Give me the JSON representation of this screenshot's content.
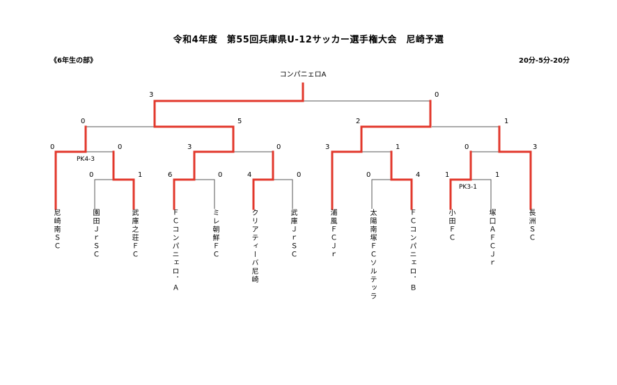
{
  "title": "令和4年度　第55回兵庫県U-12サッカー選手権大会　尼崎予選",
  "division": "《6年生の部》",
  "match_format": "20分-5分-20分",
  "champion": "コンパニェロA",
  "colors": {
    "winner_line": "#e2372b",
    "loser_line": "#555555"
  },
  "teams": [
    "尼崎南ＳＣ",
    "園田ＪｒＳＣ",
    "武庫之荘ＦＣ",
    "ＦＣコンパニェロ．Ａ",
    "ミレ朝鮮ＦＣ",
    "クリアティーバ尼崎",
    "武庫ＪｒＳＣ",
    "浦風ＦＣＪｒ",
    "太陽南塚ＦＣソルテッラ",
    "ＦＣコンパニェロ．Ｂ",
    "小田ＦＣ",
    "塚口ＡＦＣＪｒ",
    "長洲ＳＣ"
  ],
  "scores": {
    "r1_a_left": "0",
    "r1_a_right": "1",
    "r1_b_left": "6",
    "r1_b_right": "0",
    "r1_c_left": "4",
    "r1_c_right": "0",
    "r1_d_left": "0",
    "r1_d_right": "4",
    "r1_e_left": "1",
    "r1_e_right": "1",
    "r2_a_left": "0",
    "r2_a_right": "0",
    "r2_b_left": "3",
    "r2_b_right": "0",
    "r2_c_left": "3",
    "r2_c_right": "1",
    "r2_d_left": "0",
    "r2_d_right": "3",
    "qf_a_left": "0",
    "qf_a_right": "5",
    "qf_b_left": "2",
    "qf_b_right": "1",
    "final_left": "3",
    "final_right": "0"
  },
  "pk_notes": {
    "r2_a": "PK4-3",
    "r1_e": "PK3-1"
  }
}
